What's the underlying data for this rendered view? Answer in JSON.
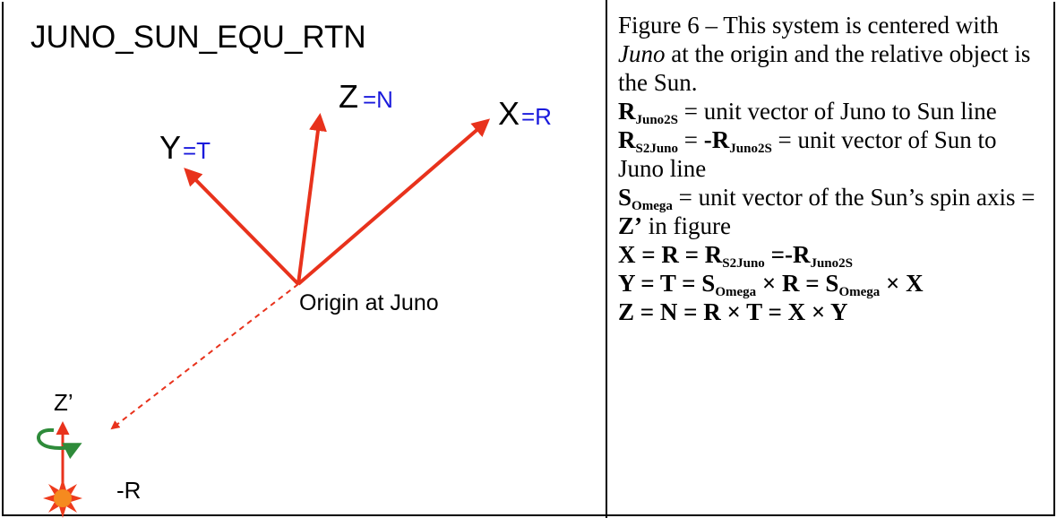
{
  "diagram": {
    "title": "JUNO_SUN_EQU_RTN",
    "axes": {
      "z": {
        "letter": "Z",
        "suffix": "=N"
      },
      "x": {
        "letter": "X",
        "suffix": "=R"
      },
      "y": {
        "letter": "Y",
        "suffix": "=T"
      }
    },
    "origin_label": "Origin at Juno",
    "spin_label": "Z’",
    "neg_r_label": "-R",
    "colors": {
      "axis_arrow": "#e8321c",
      "suffix_text": "#1a1adc",
      "rotation_arrow": "#2e8b3a",
      "sun_fill": "#f58a1f",
      "sun_rays": "#ee3b1c"
    },
    "icons": [
      "sun-icon",
      "rotation-arrow-icon"
    ]
  },
  "caption": {
    "figure_text": "Figure 6 – This system is centered with ",
    "juno_italic": "Juno",
    "origin_text": " at the origin and the relative object is the Sun.",
    "l1_R": "R",
    "l1_sub": "Juno2S",
    "l1_rest": " = unit vector of Juno to Sun line",
    "l2_R": "R",
    "l2_sub": "S2Juno",
    "l2_eq": " = ",
    "l2_negR": "-R",
    "l2_sub2": "Juno2S",
    "l2_rest": " = unit vector of Sun to Juno line",
    "l3_S": "S",
    "l3_sub": "Omega",
    "l3_rest": " = unit vector of the Sun’s spin axis = ",
    "l3_Z": "Z’",
    "l3_end": " in figure",
    "l4_text": "X = R = R",
    "l4_sub": "S2Juno",
    "l4_mid": " =-R",
    "l4_sub2": "Juno2S",
    "l5_a": "Y = T = S",
    "l5_sub": "Omega",
    "l5_b": " × R  = S",
    "l5_sub2": "Omega",
    "l5_c": " × X",
    "l6": "Z = N = R × T = X × Y"
  }
}
